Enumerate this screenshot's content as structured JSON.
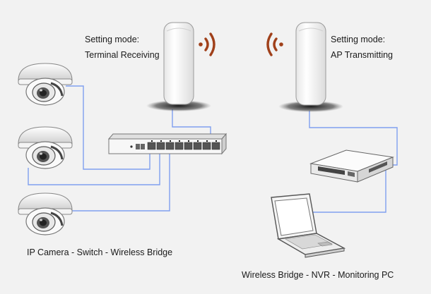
{
  "left_bridge": {
    "mode_label": "Setting mode:",
    "mode_value": "Terminal Receiving"
  },
  "right_bridge": {
    "mode_label": "Setting mode:",
    "mode_value": "AP Transmitting"
  },
  "captions": {
    "left": "IP Camera - Switch - Wireless Bridge",
    "right": "Wireless Bridge - NVR - Monitoring PC"
  },
  "colors": {
    "background": "#f2f2f2",
    "cable": "#7f9ff0",
    "wifi_signal": "#a0401a",
    "device_body": "#ffffff",
    "device_outline": "#9a9a9a"
  },
  "icons": [
    "wireless-bridge-icon",
    "wifi-signal-icon",
    "ip-camera-icon",
    "network-switch-icon",
    "nvr-icon",
    "laptop-icon"
  ]
}
